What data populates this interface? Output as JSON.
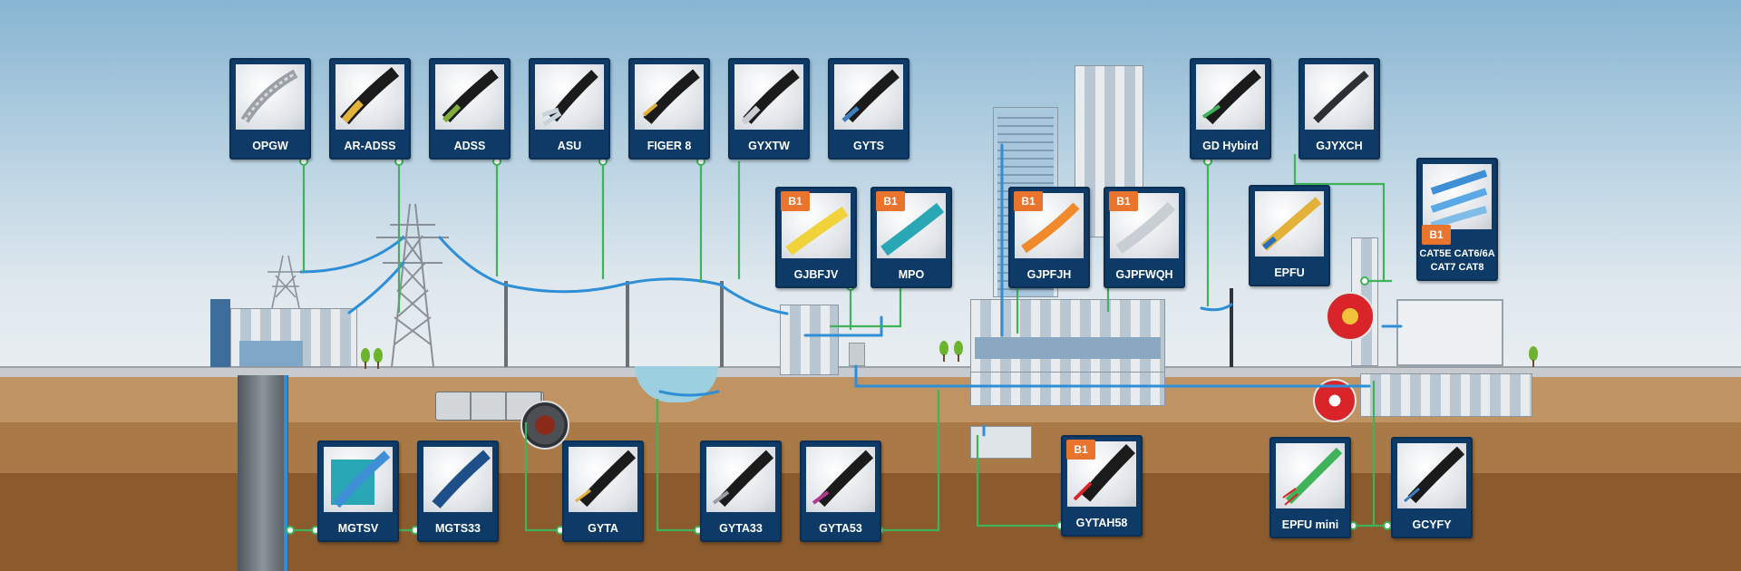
{
  "colors": {
    "card_bg": "#0d3a66",
    "connector_green": "#3fb25a",
    "cable_blue": "#2e8fd6",
    "b1_badge": "#e8742d"
  },
  "cards": {
    "opgw": {
      "label": "OPGW"
    },
    "ar_adss": {
      "label": "AR-ADSS"
    },
    "adss": {
      "label": "ADSS"
    },
    "asu": {
      "label": "ASU"
    },
    "figer8": {
      "label": "FIGER 8"
    },
    "gyxtw": {
      "label": "GYXTW"
    },
    "gyts": {
      "label": "GYTS"
    },
    "gjbfjv": {
      "label": "GJBFJV",
      "badge": "B1"
    },
    "mpo": {
      "label": "MPO",
      "badge": "B1"
    },
    "gjpfjh": {
      "label": "GJPFJH",
      "badge": "B1"
    },
    "gjpfwqh": {
      "label": "GJPFWQH",
      "badge": "B1"
    },
    "gd_hybird": {
      "label": "GD Hybird"
    },
    "gjyxch": {
      "label": "GJYXCH"
    },
    "epfu": {
      "label": "EPFU"
    },
    "cat": {
      "label_line1": "CAT5E  CAT6/6A",
      "label_line2": "CAT7   CAT8",
      "badge": "B1"
    },
    "mgtsv": {
      "label": "MGTSV"
    },
    "mgts33": {
      "label": "MGTS33"
    },
    "gyta": {
      "label": "GYTA"
    },
    "gyta33": {
      "label": "GYTA33"
    },
    "gyta53": {
      "label": "GYTA53"
    },
    "gytah58": {
      "label": "GYTAH58",
      "badge": "B1"
    },
    "epfu_mini": {
      "label": "EPFU mini"
    },
    "gcyfy": {
      "label": "GCYFY"
    }
  }
}
